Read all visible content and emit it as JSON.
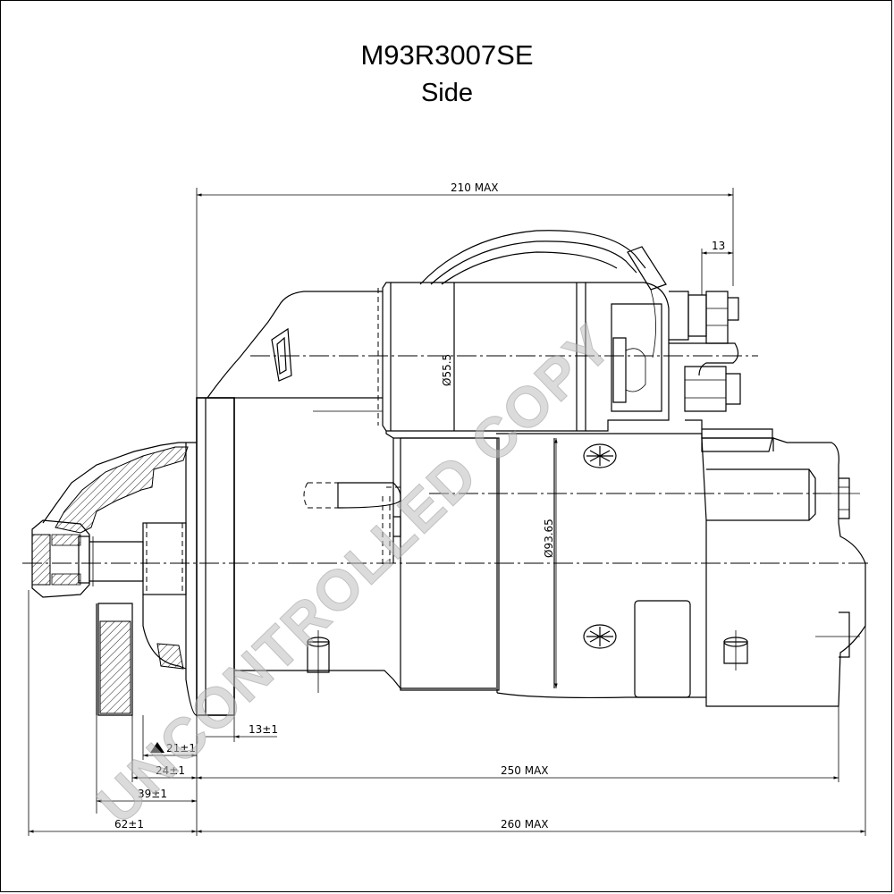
{
  "drawing": {
    "part_number": "M93R3007SE",
    "view": "Side",
    "watermark": "UNCONTROLLED COPY"
  },
  "dimensions": {
    "overall_top": "210 MAX",
    "terminal_offset": "13",
    "solenoid_diameter": "Ø55.5",
    "motor_diameter": "Ø93.65",
    "flange_thickness": "13±1",
    "pinion_21": "21±1",
    "pinion_24": "24±1",
    "pinion_39": "39±1",
    "pinion_62": "62±1",
    "length_250": "250 MAX",
    "length_260": "260 MAX"
  },
  "icons": {
    "triangle": "triangle-marker-icon"
  }
}
